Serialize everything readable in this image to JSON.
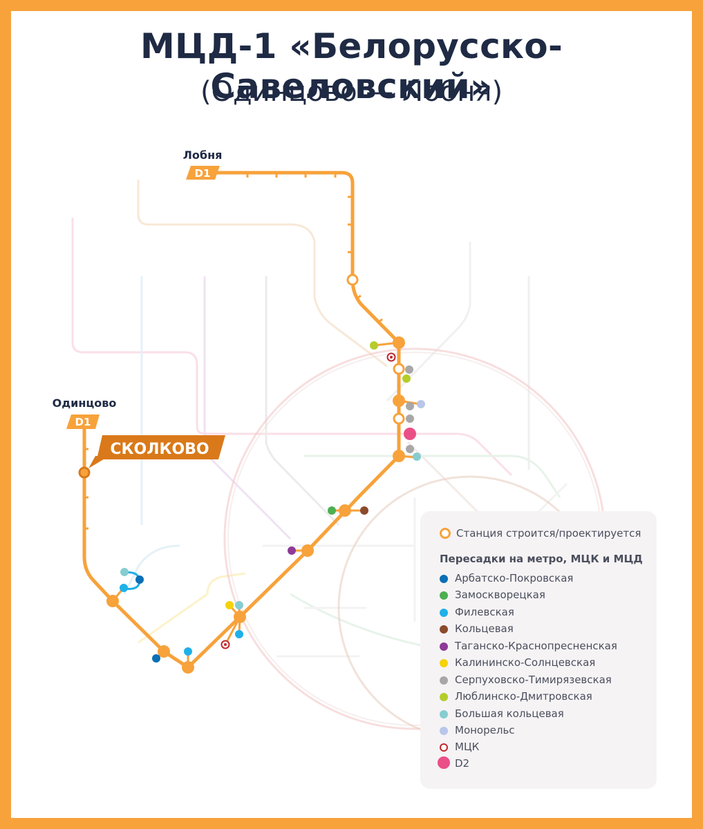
{
  "title": {
    "line1": "МЦД-1 «Белорусско-Савеловский»",
    "line2": "(Одинцово — Лобня)"
  },
  "colors": {
    "frame": "#f7a23b",
    "line_d1": "#f7a23b",
    "skolkovo_badge": "#d9791a",
    "text_dark": "#1f2a44"
  },
  "map": {
    "termini": [
      {
        "name": "Лобня",
        "badge": "D1"
      },
      {
        "name": "Одинцово",
        "badge": "D1"
      }
    ],
    "highlight_station": "СКОЛКОВО"
  },
  "legend": {
    "construction_label": "Станция строится/проектируется",
    "transfers_header": "Пересадки на метро, МЦК и МЦД",
    "items": [
      {
        "label": "Арбатско-Покровская",
        "color": "#0a6fb5",
        "type": "dot"
      },
      {
        "label": "Замоскворецкая",
        "color": "#4caf50",
        "type": "dot"
      },
      {
        "label": "Филевская",
        "color": "#1fb0e8",
        "type": "dot"
      },
      {
        "label": "Кольцевая",
        "color": "#8b4a2b",
        "type": "dot"
      },
      {
        "label": "Таганско-Краснопресненская",
        "color": "#8e3a97",
        "type": "dot"
      },
      {
        "label": "Калининско-Солнцевская",
        "color": "#f5d20a",
        "type": "dot"
      },
      {
        "label": "Серпуховско-Тимирязевская",
        "color": "#a8a8a8",
        "type": "dot"
      },
      {
        "label": "Люблинско-Дмитровская",
        "color": "#b5cc2a",
        "type": "dot"
      },
      {
        "label": "Большая кольцевая",
        "color": "#86cdd0",
        "type": "dot"
      },
      {
        "label": "Монорельс",
        "color": "#b8c6ea",
        "type": "dot"
      },
      {
        "label": "МЦК",
        "color": "#c0282d",
        "type": "ring"
      },
      {
        "label": "D2",
        "color": "#ea4f87",
        "type": "big-dot"
      }
    ]
  }
}
